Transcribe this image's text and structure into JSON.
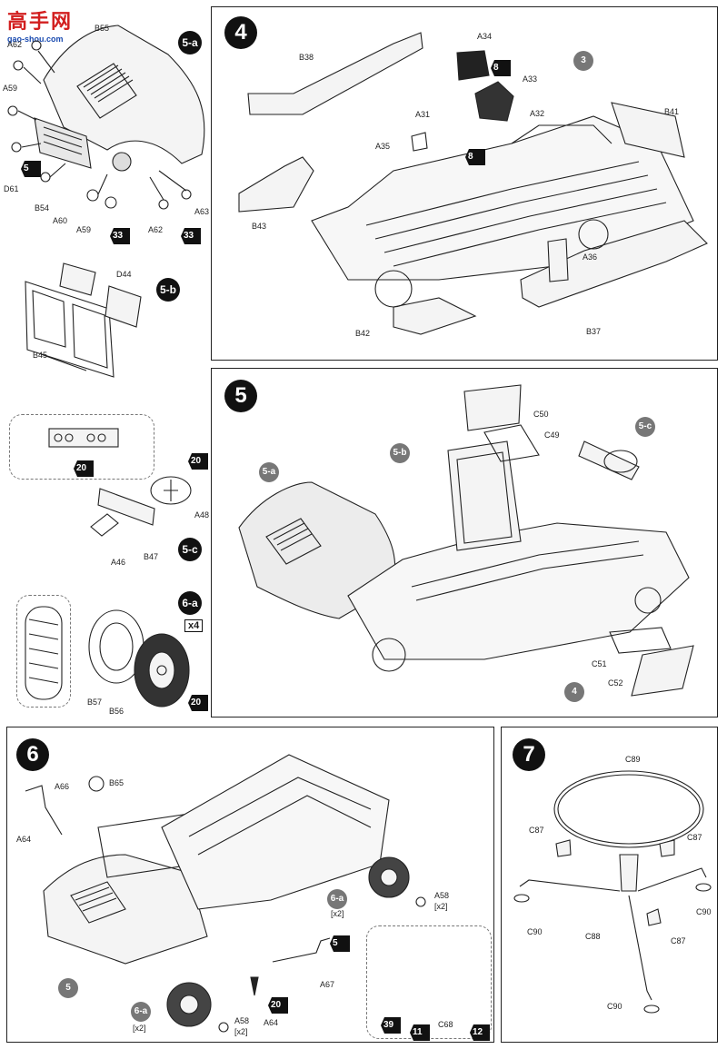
{
  "watermark": {
    "text": "高手网",
    "url": "gao-shou.com"
  },
  "steps": {
    "s4": {
      "number": "4",
      "ref": "3",
      "labels": [
        "A34",
        "B38",
        "A33",
        "A31",
        "A32",
        "B41",
        "A35",
        "B43",
        "A36",
        "B42",
        "B37"
      ],
      "stars": [
        "8",
        "8"
      ]
    },
    "s5": {
      "number": "5",
      "subs": [
        "5-a",
        "5-b",
        "5-c",
        "4"
      ],
      "labels": [
        "C50",
        "C49",
        "C51",
        "C52"
      ]
    },
    "s6": {
      "number": "6",
      "refs": [
        "6-a",
        "6-a",
        "5",
        "5"
      ],
      "labels": [
        "A66",
        "B65",
        "A64",
        "A58",
        "A58",
        "A67",
        "A64",
        "C68"
      ],
      "counts": [
        "[x2]",
        "[x2]",
        "[x2]",
        "[x2]"
      ],
      "stars": [
        "20",
        "39",
        "11",
        "12"
      ]
    },
    "s7": {
      "number": "7",
      "labels": [
        "C89",
        "C87",
        "C87",
        "C90",
        "C88",
        "C87",
        "C90",
        "C90"
      ]
    }
  },
  "subassemblies": {
    "a": {
      "title": "5-a",
      "labels": [
        "B55",
        "A62",
        "A59",
        "D61",
        "B54",
        "A60",
        "A59",
        "A62",
        "A63"
      ],
      "stars": [
        "5",
        "33",
        "33"
      ]
    },
    "b": {
      "title": "5-b",
      "labels": [
        "D44",
        "B45"
      ]
    },
    "c": {
      "title": "5-c",
      "labels": [
        "A48",
        "B47",
        "A46"
      ],
      "stars": [
        "20",
        "20"
      ]
    },
    "t": {
      "title": "6-a",
      "multiplier": "x4",
      "labels": [
        "B57",
        "B56"
      ],
      "stars": [
        "20"
      ]
    }
  }
}
